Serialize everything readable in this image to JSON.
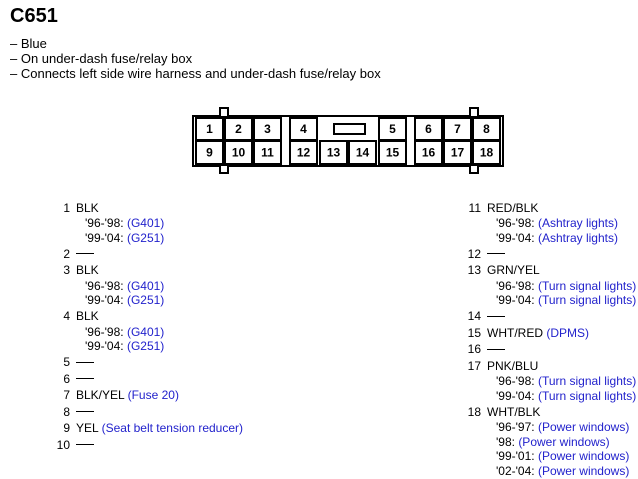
{
  "title": "C651",
  "notes": [
    "– Blue",
    "– On under-dash fuse/relay box",
    "– Connects left side wire harness and under-dash fuse/relay box"
  ],
  "cavities_top": [
    "1",
    "2",
    "3",
    "4",
    "",
    "5",
    "6",
    "7",
    "8"
  ],
  "cavities_bottom": [
    "9",
    "10",
    "11",
    "12",
    "13",
    "14",
    "15",
    "16",
    "17",
    "18"
  ],
  "pins_left": [
    {
      "num": "1",
      "wire": "BLK",
      "sub": [
        {
          "pre": "'96-'98:",
          "link": "(G401)"
        },
        {
          "pre": "'99-'04:",
          "link": "(G251)"
        }
      ]
    },
    {
      "num": "2",
      "wire": "",
      "sub": []
    },
    {
      "num": "3",
      "wire": "BLK",
      "sub": [
        {
          "pre": "'96-'98:",
          "link": "(G401)"
        },
        {
          "pre": "'99-'04:",
          "link": "(G251)"
        }
      ]
    },
    {
      "num": "4",
      "wire": "BLK",
      "sub": [
        {
          "pre": "'96-'98:",
          "link": "(G401)"
        },
        {
          "pre": "'99-'04:",
          "link": "(G251)"
        }
      ]
    },
    {
      "num": "5",
      "wire": "",
      "sub": []
    },
    {
      "num": "6",
      "wire": "",
      "sub": []
    },
    {
      "num": "7",
      "wire": "BLK/YEL",
      "link": "(Fuse 20)",
      "sub": []
    },
    {
      "num": "8",
      "wire": "",
      "sub": []
    },
    {
      "num": "9",
      "wire": "YEL",
      "link": "(Seat belt tension reducer)",
      "sub": []
    },
    {
      "num": "10",
      "wire": "",
      "sub": []
    }
  ],
  "pins_right": [
    {
      "num": "11",
      "wire": "RED/BLK",
      "sub": [
        {
          "pre": "'96-'98:",
          "link": "(Ashtray lights)"
        },
        {
          "pre": "'99-'04:",
          "link": "(Ashtray lights)"
        }
      ]
    },
    {
      "num": "12",
      "wire": "",
      "sub": []
    },
    {
      "num": "13",
      "wire": "GRN/YEL",
      "sub": [
        {
          "pre": "'96-'98:",
          "link": "(Turn signal lights)"
        },
        {
          "pre": "'99-'04:",
          "link": "(Turn signal lights)"
        }
      ]
    },
    {
      "num": "14",
      "wire": "",
      "sub": []
    },
    {
      "num": "15",
      "wire": "WHT/RED",
      "link": "(DPMS)",
      "sub": []
    },
    {
      "num": "16",
      "wire": "",
      "sub": []
    },
    {
      "num": "17",
      "wire": "PNK/BLU",
      "sub": [
        {
          "pre": "'96-'98:",
          "link": "(Turn signal lights)"
        },
        {
          "pre": "'99-'04:",
          "link": "(Turn signal lights)"
        }
      ]
    },
    {
      "num": "18",
      "wire": "WHT/BLK",
      "sub": [
        {
          "pre": "'96-'97:",
          "link": "(Power windows)"
        },
        {
          "pre": "'98:",
          "link": "(Power windows)"
        },
        {
          "pre": "'99-'01:",
          "link": "(Power windows)"
        },
        {
          "pre": "'02-'04:",
          "link": "(Power windows)"
        }
      ]
    }
  ]
}
